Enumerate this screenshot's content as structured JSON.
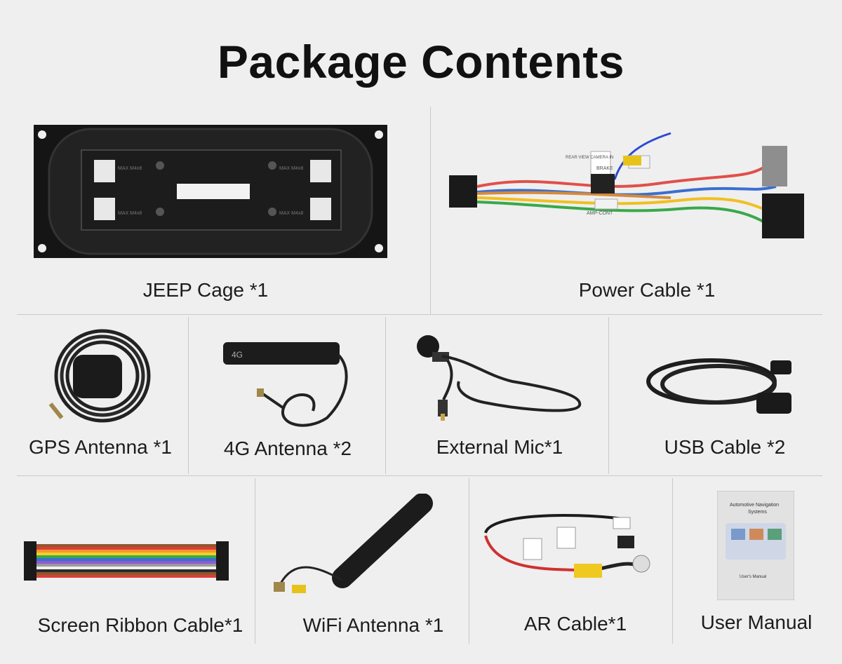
{
  "title": "Package Contents",
  "items": [
    {
      "label": "JEEP Cage *1",
      "icon": "jeep-cage"
    },
    {
      "label": "Power Cable *1",
      "icon": "power-cable"
    },
    {
      "label": "GPS Antenna *1",
      "icon": "gps-antenna"
    },
    {
      "label": "4G Antenna *2",
      "icon": "4g-antenna"
    },
    {
      "label": "External Mic*1",
      "icon": "external-mic"
    },
    {
      "label": "USB Cable *2",
      "icon": "usb-cable"
    },
    {
      "label": "Screen Ribbon Cable*1",
      "icon": "ribbon-cable"
    },
    {
      "label": "WiFi Antenna *1",
      "icon": "wifi-antenna"
    },
    {
      "label": "AR Cable*1",
      "icon": "ar-cable"
    },
    {
      "label": "User Manual",
      "icon": "user-manual"
    }
  ],
  "photo_text": {
    "cage_screw_marks": [
      "MAX M4x8",
      "MAX M4x8",
      "MAX M4x8",
      "MAX M4x8"
    ],
    "power_tags": [
      "REAR VIEW CAMERA IN",
      "BRAKE",
      "AMP-CONT"
    ],
    "antenna_mark": "4G",
    "manual_title": "Automotive Navigation Systems",
    "manual_subtitle": "User's Manual"
  },
  "colors": {
    "background": "#efefef",
    "divider": "#c9c9c9",
    "text": "#1c1c1c"
  }
}
